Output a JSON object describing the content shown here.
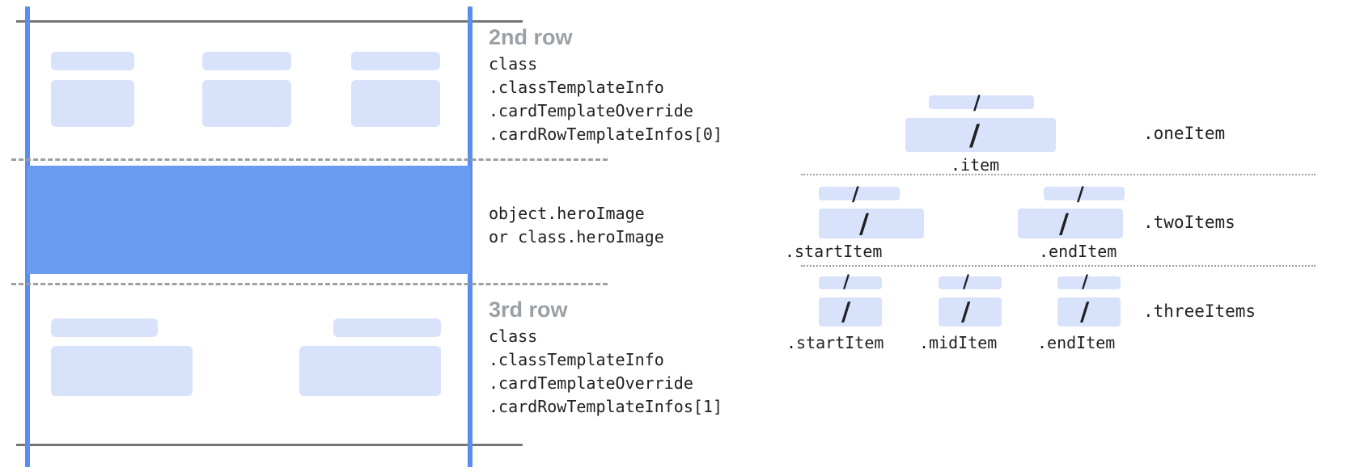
{
  "card_diagram": {
    "second_row": {
      "title": "2nd row",
      "code_lines": [
        "class",
        ".classTemplateInfo",
        ".cardTemplateOverride",
        ".cardRowTemplateInfos[0]"
      ]
    },
    "hero": {
      "code_lines": [
        "object.heroImage",
        "or class.heroImage"
      ]
    },
    "third_row": {
      "title": "3rd row",
      "code_lines": [
        "class",
        ".classTemplateInfo",
        ".cardTemplateOverride",
        ".cardRowTemplateInfos[1]"
      ]
    }
  },
  "items_diagram": {
    "one_item": {
      "group_label": ".oneItem",
      "slots": [
        {
          "caption": ".item",
          "glyph": "/"
        }
      ]
    },
    "two_items": {
      "group_label": ".twoItems",
      "slots": [
        {
          "caption": ".startItem",
          "glyph": "/"
        },
        {
          "caption": ".endItem",
          "glyph": "/"
        }
      ]
    },
    "three_items": {
      "group_label": ".threeItems",
      "slots": [
        {
          "caption": ".startItem",
          "glyph": "/"
        },
        {
          "caption": ".midItem",
          "glyph": "/"
        },
        {
          "caption": ".endItem",
          "glyph": "/"
        }
      ]
    }
  },
  "colors": {
    "hero_blue": "#6a9bf0",
    "chip_blue": "#d8e2fb",
    "rule_gray": "#757575",
    "dash_gray": "#9aa0a6",
    "guide_blue": "#5b8def",
    "text_dark": "#202124",
    "title_gray": "#9aa0a6"
  }
}
